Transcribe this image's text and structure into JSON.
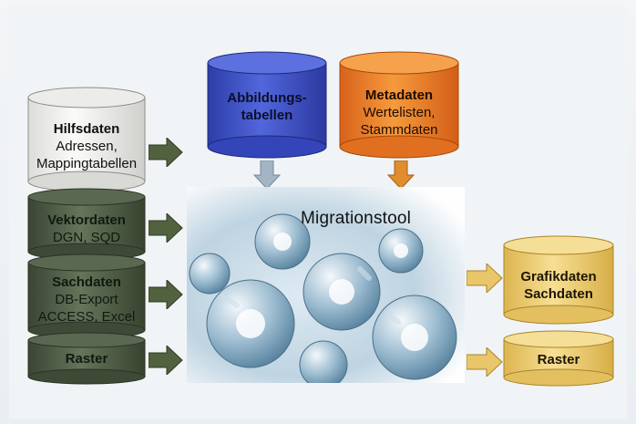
{
  "sources": {
    "hilfsdaten": {
      "title": "Hilfsdaten",
      "line1": "Adressen,",
      "line2": "Mappingtabellen"
    },
    "vektordaten": {
      "title": "Vektordaten",
      "line1": "DGN, SQD"
    },
    "sachdaten": {
      "title": "Sachdaten",
      "line1": "DB-Export",
      "line2": "ACCESS, Excel"
    },
    "raster": {
      "title": "Raster"
    }
  },
  "inputs_top": {
    "abbildung": {
      "line1": "Abbildungs-",
      "line2": "tabellen"
    },
    "metadaten": {
      "title": "Metadaten",
      "line1": "Wertelisten,",
      "line2": "Stammdaten"
    }
  },
  "center": {
    "title": "Migrationstool"
  },
  "outputs": {
    "grafik": {
      "line1": "Grafikdaten",
      "line2": "Sachdaten"
    },
    "raster": {
      "title": "Raster"
    }
  },
  "colors": {
    "dark_green": "#4d5a44",
    "white_cyl": "#f4f4f2",
    "blue_cyl": "#3f52c9",
    "orange_cyl": "#ea7a1f",
    "yellow_cyl": "#f1d47a",
    "arrow_green": "#52623f",
    "arrow_blue_grey": "#a3b4c5",
    "arrow_orange": "#df8d2e",
    "arrow_yellow": "#e9c66a"
  }
}
